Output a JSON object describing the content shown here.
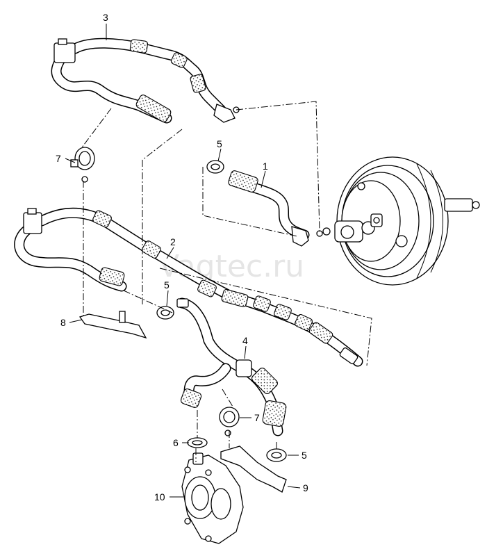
{
  "watermark": "Vagtec.ru",
  "callouts": [
    {
      "id": "c1",
      "label": "1"
    },
    {
      "id": "c2",
      "label": "2"
    },
    {
      "id": "c3",
      "label": "3"
    },
    {
      "id": "c4",
      "label": "4"
    },
    {
      "id": "c5a",
      "label": "5"
    },
    {
      "id": "c5b",
      "label": "5"
    },
    {
      "id": "c5c",
      "label": "5"
    },
    {
      "id": "c6",
      "label": "6"
    },
    {
      "id": "c7a",
      "label": "7"
    },
    {
      "id": "c7b",
      "label": "7"
    },
    {
      "id": "c8",
      "label": "8"
    },
    {
      "id": "c9",
      "label": "9"
    },
    {
      "id": "c10",
      "label": "10"
    }
  ]
}
